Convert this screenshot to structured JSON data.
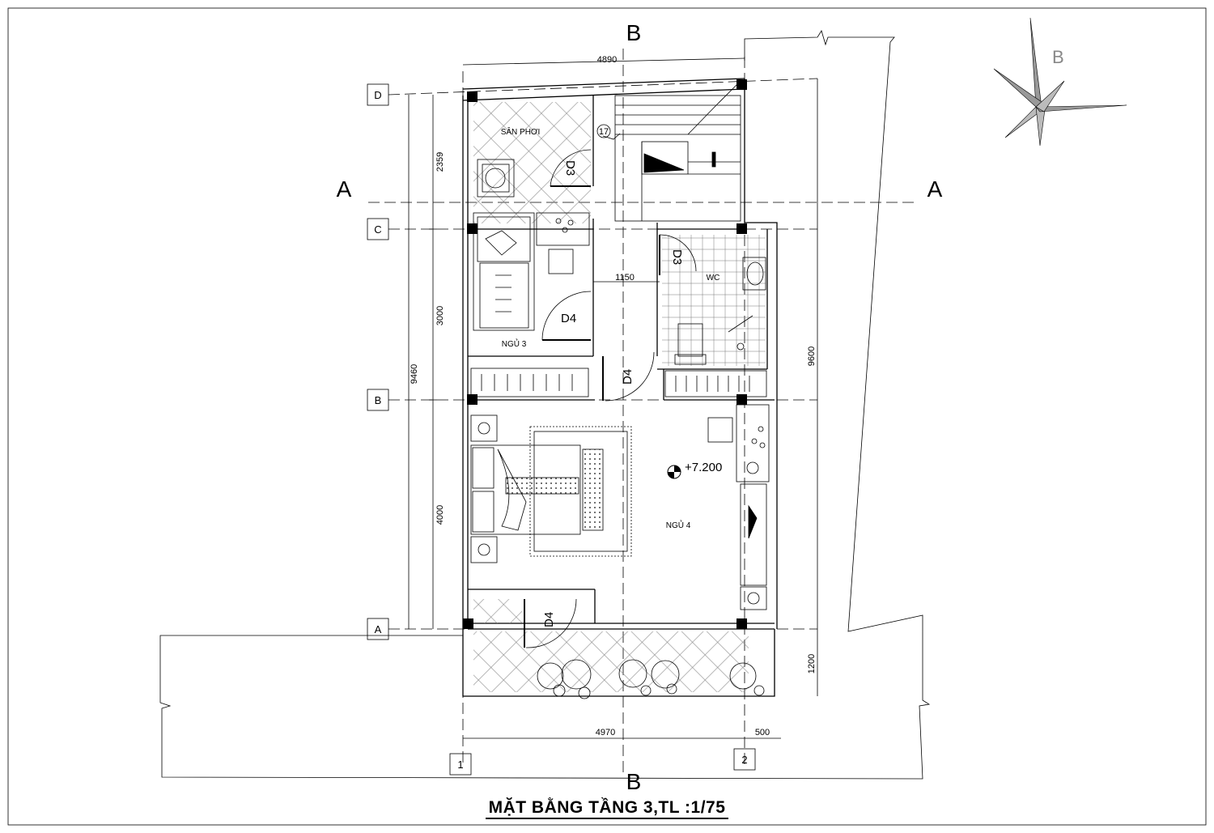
{
  "title": "MẶT BẰNG TẦNG 3,TL :1/75",
  "compass_letter": "B",
  "section_marks": {
    "b_top": "B",
    "b_bottom": "B",
    "a_left": "A",
    "a_right": "A"
  },
  "grid_rows": [
    "D",
    "C",
    "B",
    "A"
  ],
  "grid_cols": [
    "1",
    "2"
  ],
  "rooms": {
    "san_phoi": "SÂN PHƠI",
    "ngu3": "NGỦ 3",
    "ngu4": "NGỦ 4",
    "wc": "WC"
  },
  "level": "+7.200",
  "stair_step": "17",
  "doors": {
    "d3_balcony": "D3",
    "d3_wc": "D3",
    "d4_bed3": "D4",
    "d4_hall": "D4",
    "d4_front": "D4"
  },
  "dims": {
    "top": "4890",
    "bottom": "4970",
    "bottom_right": "500",
    "left_2359": "2359",
    "left_3000": "3000",
    "left_4000": "4000",
    "left_total": "9460",
    "right_total": "9600",
    "right_1200": "1200",
    "mid_1150": "1150"
  }
}
